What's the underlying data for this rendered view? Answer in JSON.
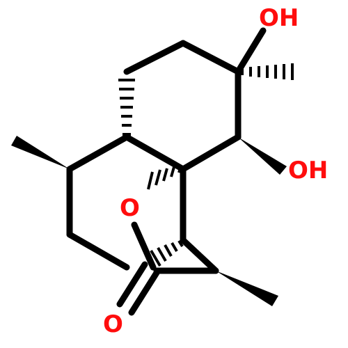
{
  "molecule": {
    "atom_labels": {
      "hydroxyl_top": "OH",
      "hydroxyl_right": "OH",
      "ring_oxygen": "O",
      "carbonyl_oxygen": "O"
    }
  },
  "colors": {
    "bond": "#000000",
    "oxygen": "#ff0d0d",
    "background": "#ffffff"
  }
}
